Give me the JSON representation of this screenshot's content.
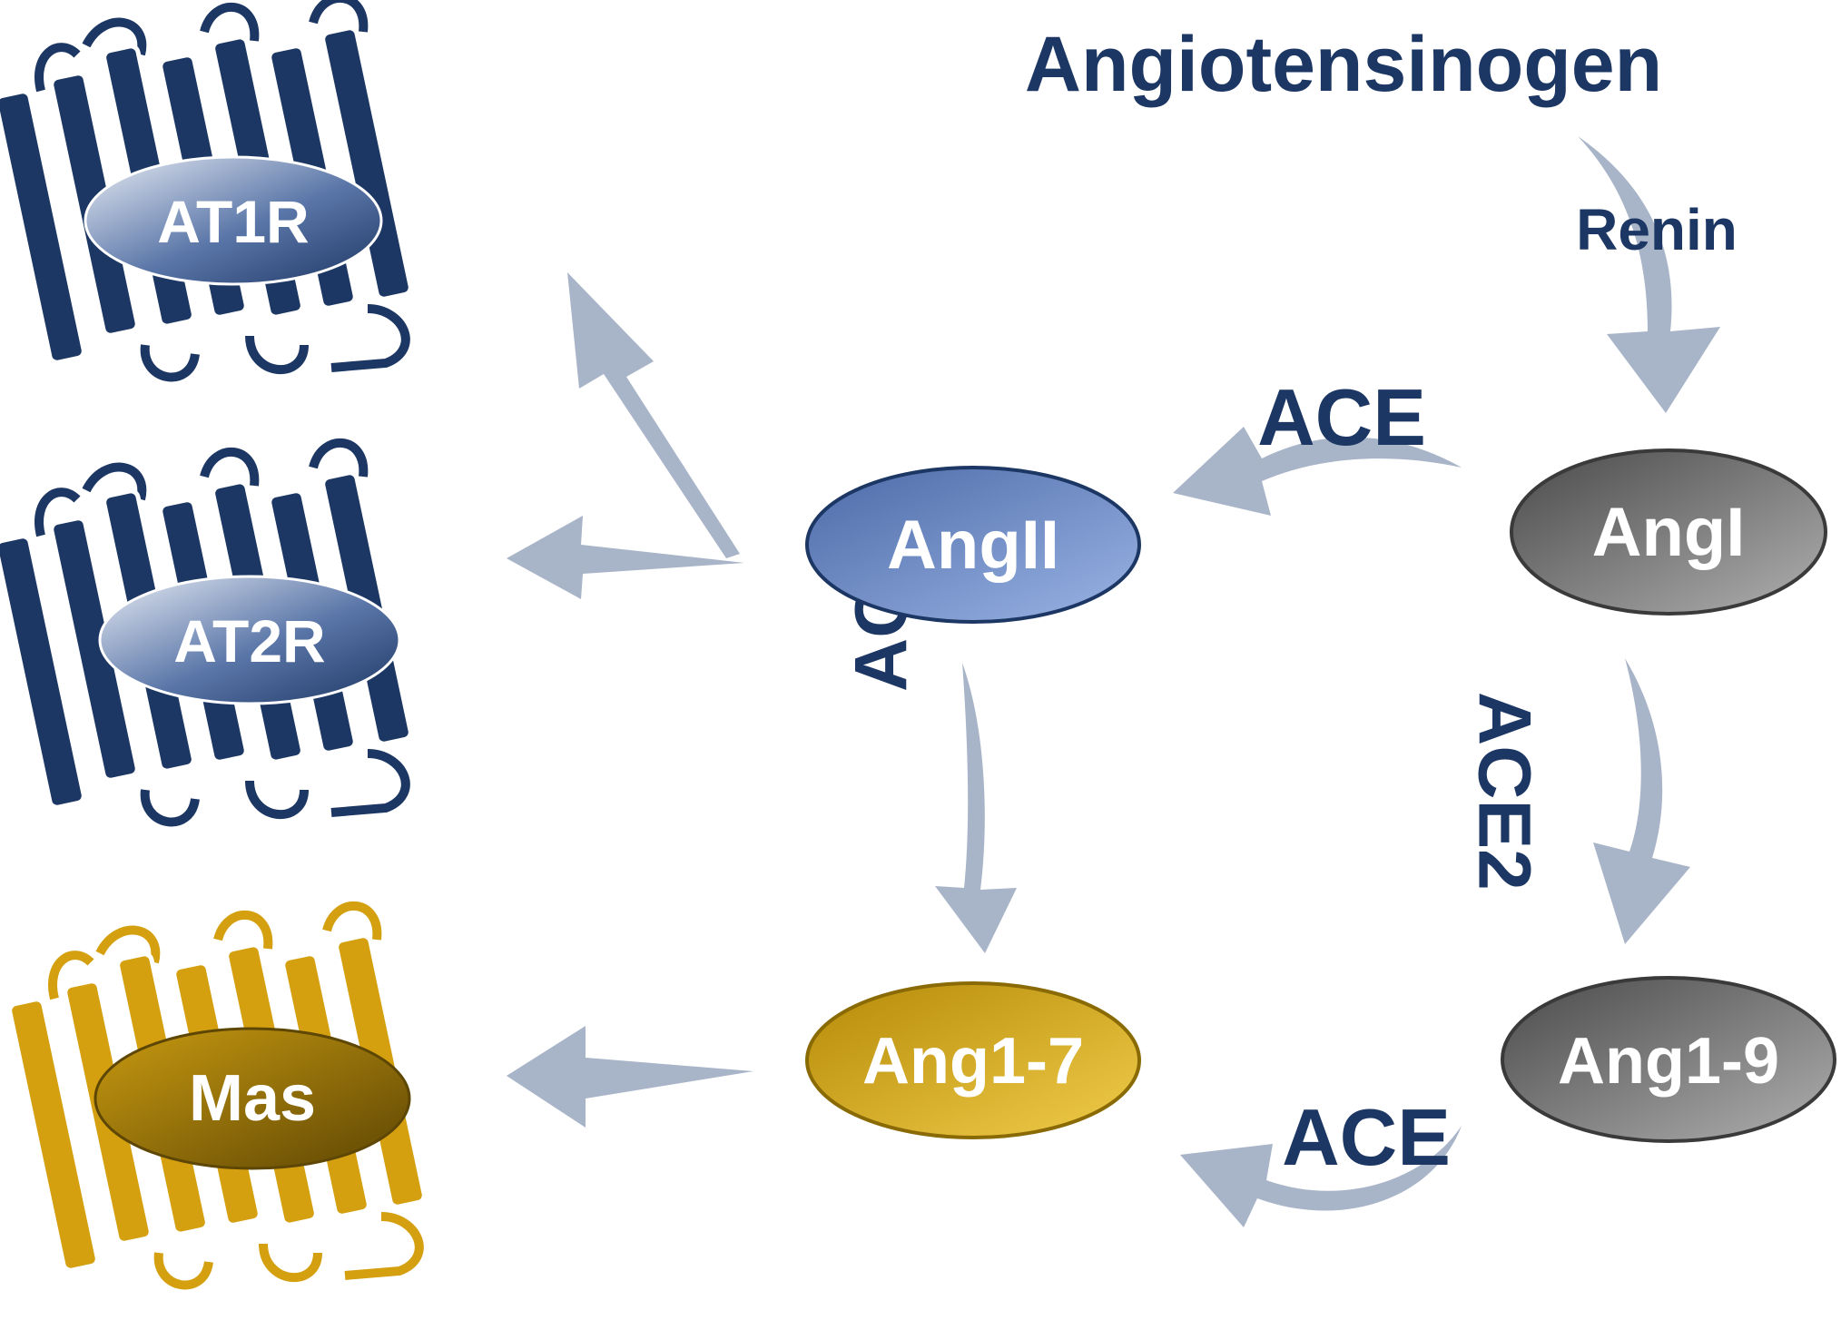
{
  "title": "Angiotensinogen",
  "enzymes": {
    "renin": "Renin",
    "ace_top": "ACE",
    "ace_bottom": "ACE",
    "ace2_left": "ACE2",
    "ace2_right": "ACE2"
  },
  "nodes": {
    "ang2": "AngII",
    "ang1": "AngI",
    "ang17": "Ang1-7",
    "ang19": "Ang1-9"
  },
  "receptors": {
    "at1r": "AT1R",
    "at2r": "AT2R",
    "mas": "Mas"
  },
  "colors": {
    "navy": "#1d3764",
    "arrow": "#a8b4c8",
    "gold": "#d4a010",
    "grey": "#6b6b6b",
    "blue_node": "#7896cc"
  }
}
